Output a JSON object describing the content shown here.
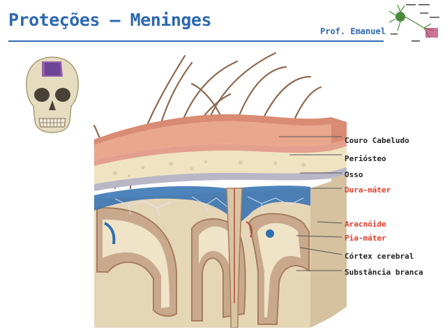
{
  "header": {
    "title": "Proteções – Meninges",
    "author": "Prof. Emanuel"
  },
  "labels": [
    {
      "text": "Couro Cabeludo",
      "color": "#222222"
    },
    {
      "text": "Periósteo",
      "color": "#222222"
    },
    {
      "text": "Osso",
      "color": "#222222"
    },
    {
      "text": "Dura-máter",
      "color": "#e23a2a"
    },
    {
      "text": "Aracnóide",
      "color": "#e23a2a"
    },
    {
      "text": "Pia-máter",
      "color": "#e23a2a"
    },
    {
      "text": "Córtex cerebral",
      "color": "#222222"
    },
    {
      "text": "Substância branca",
      "color": "#222222"
    }
  ],
  "colors": {
    "title": "#2e68b0",
    "highlight": "#e23a2a",
    "skin": "#e9a78e",
    "bone": "#efe3c2",
    "csf": "#2f6fb0",
    "brain": "#e6d6b8",
    "cortex": "#c9a98e"
  },
  "icons": {
    "skull": "skull-illustration",
    "neuron": "neuron-logo"
  }
}
